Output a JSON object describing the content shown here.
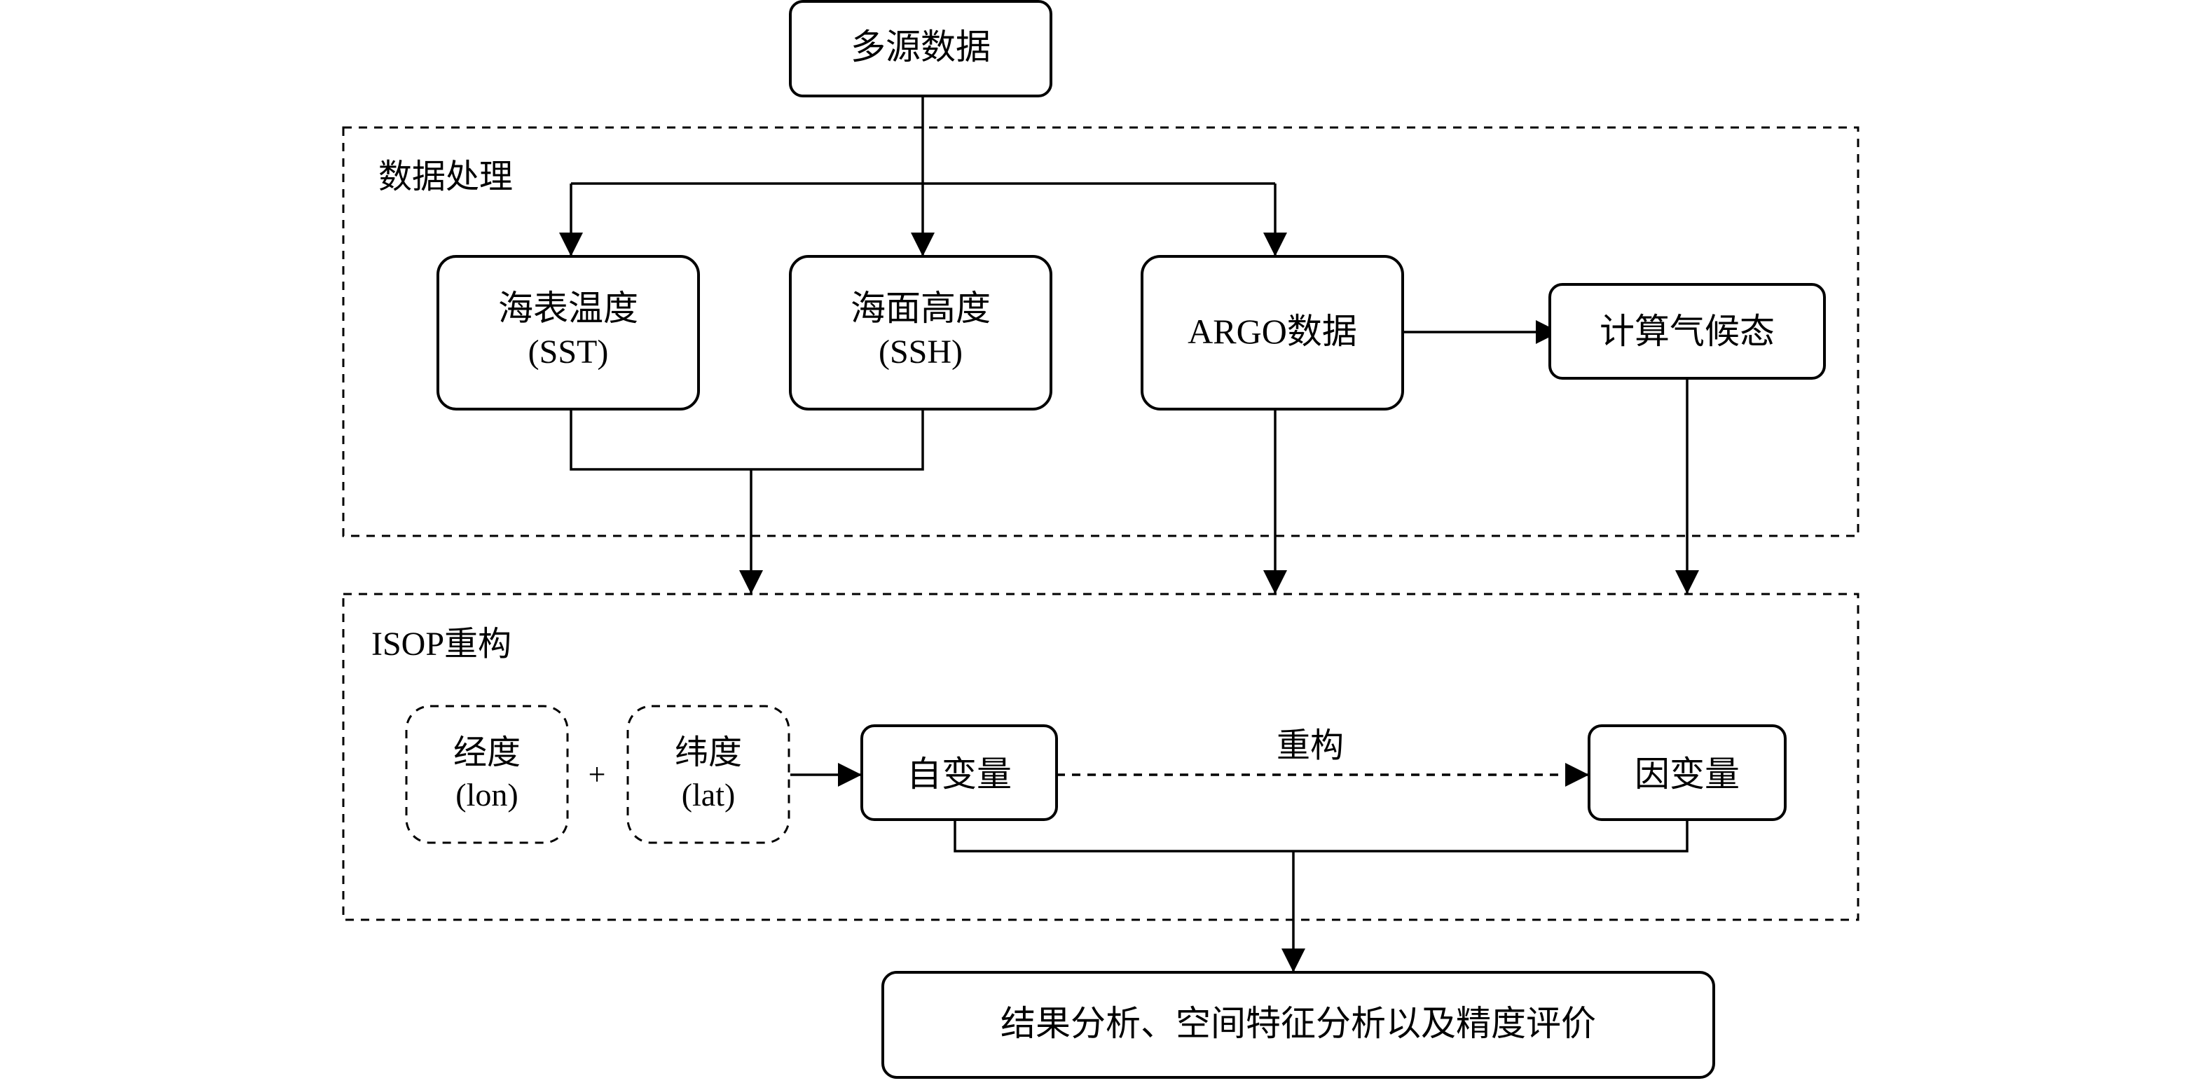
{
  "nodes": {
    "multi_source": "多源数据",
    "sst_line1": "海表温度",
    "sst_line2": "(SST)",
    "ssh_line1": "海面高度",
    "ssh_line2": "(SSH)",
    "argo": "ARGO数据",
    "climatology": "计算气候态",
    "lon_line1": "经度",
    "lon_line2": "(lon)",
    "plus": "+",
    "lat_line1": "纬度",
    "lat_line2": "(lat)",
    "independent_var": "自变量",
    "dependent_var": "因变量",
    "result": "结果分析、空间特征分析以及精度评价"
  },
  "groups": {
    "processing": "数据处理",
    "isop": "ISOP重构"
  },
  "edges": {
    "reconstruct_label": "重构"
  }
}
